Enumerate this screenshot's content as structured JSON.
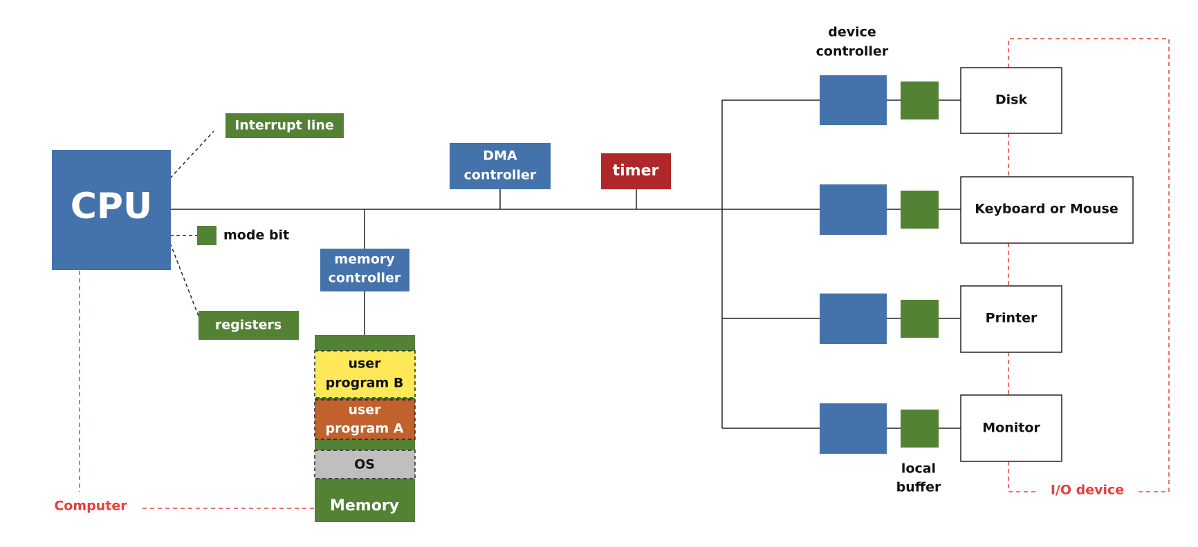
{
  "cpu": {
    "label": "CPU"
  },
  "interrupt_line": {
    "label": "Interrupt line"
  },
  "mode_bit": {
    "label": "mode bit"
  },
  "registers": {
    "label": "registers"
  },
  "dma_controller": {
    "label_line1": "DMA",
    "label_line2": "controller"
  },
  "timer": {
    "label": "timer"
  },
  "memory_controller": {
    "label_line1": "memory",
    "label_line2": "controller"
  },
  "memory": {
    "label": "Memory",
    "user_program_b": {
      "line1": "user",
      "line2": "program B"
    },
    "user_program_a": {
      "line1": "user",
      "line2": "program A"
    },
    "os": {
      "label": "OS"
    }
  },
  "device_controller_caption": {
    "line1": "device",
    "line2": "controller"
  },
  "local_buffer_caption": {
    "line1": "local",
    "line2": "buffer"
  },
  "devices": [
    {
      "label": "Disk"
    },
    {
      "label": "Keyboard or Mouse"
    },
    {
      "label": "Printer"
    },
    {
      "label": "Monitor"
    }
  ],
  "group_labels": {
    "computer": "Computer",
    "io_device": "I/O device"
  },
  "colors": {
    "blue": "#4472ab",
    "green": "#548235",
    "red_box": "#b0272a",
    "yellow": "#fde857",
    "orange": "#c0612e",
    "gray": "#bfbfbf",
    "red_dashed": "#e8403d"
  }
}
